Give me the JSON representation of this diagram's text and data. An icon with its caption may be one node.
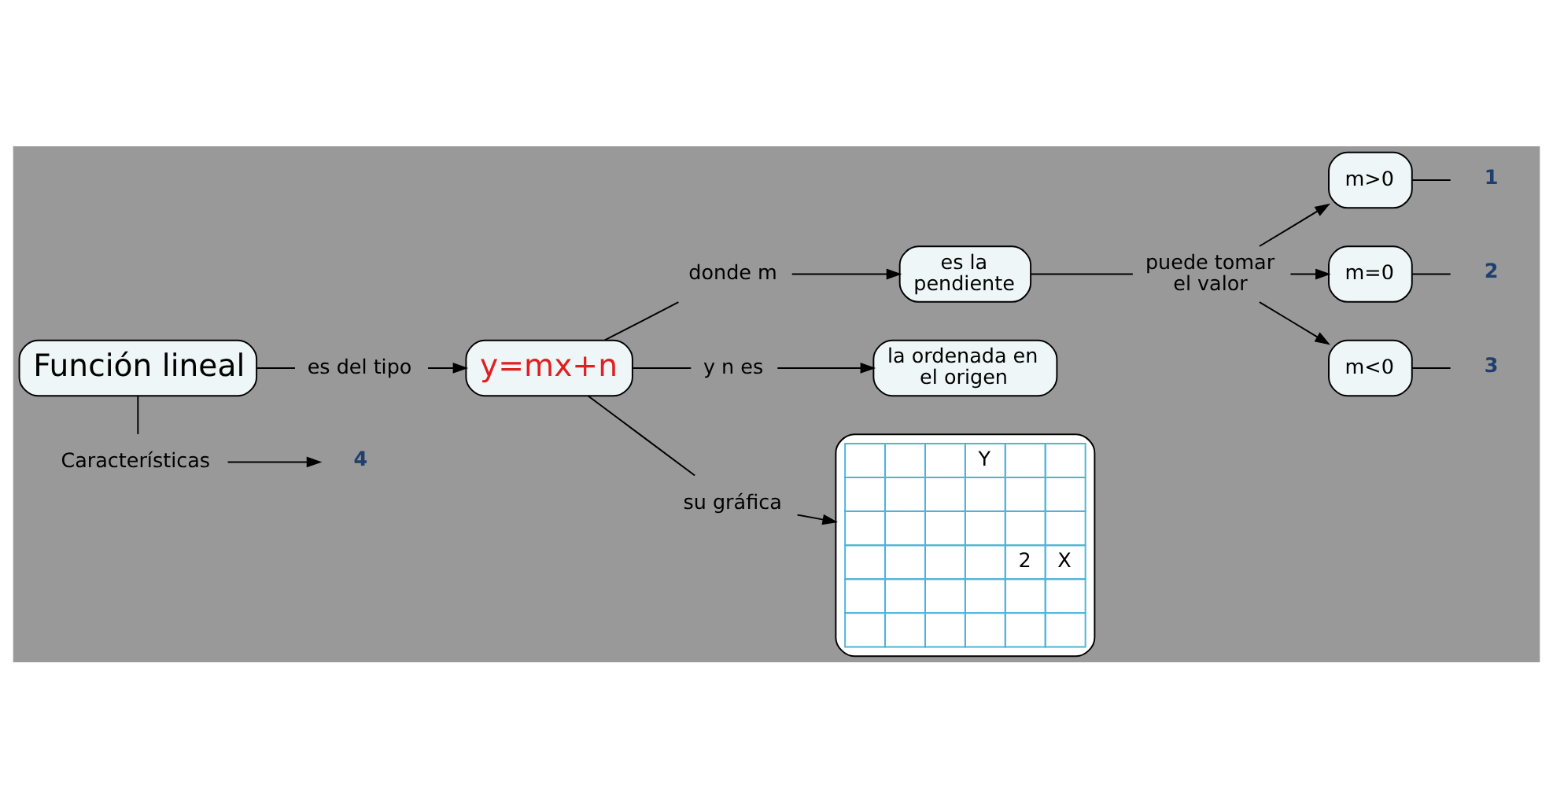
{
  "diagram": {
    "nodes": [
      {
        "text": [
          "Función lineal"
        ]
      },
      {
        "text": [
          "es del tipo"
        ]
      },
      {
        "text": [
          "y=mx+n"
        ]
      },
      {
        "text": [
          "donde m"
        ]
      },
      {
        "text": [
          "es la pendiente"
        ]
      },
      {
        "text": [
          "puede tomar el valor"
        ]
      },
      {
        "text": [
          "m>0"
        ]
      },
      {
        "text": [
          "m=0"
        ]
      },
      {
        "text": [
          "m<0"
        ]
      },
      {
        "text": [
          "y n es"
        ]
      },
      {
        "text": [
          "la ordenada en el origen"
        ]
      },
      {
        "text": [
          "su gráfica"
        ]
      },
      {
        "text": [
          "Y",
          "2",
          "X"
        ]
      },
      {
        "text": [
          "Características"
        ]
      },
      {
        "text": [
          "1"
        ]
      },
      {
        "text": [
          "2"
        ]
      },
      {
        "text": [
          "3"
        ]
      },
      {
        "text": [
          "4"
        ]
      }
    ],
    "edges": [
      {
        "from": 0,
        "to": 1,
        "arrow": "none"
      },
      {
        "from": 1,
        "to": 2,
        "arrow": "to"
      },
      {
        "from": 2,
        "to": 3,
        "arrow": "none"
      },
      {
        "from": 3,
        "to": 4,
        "arrow": "to"
      },
      {
        "from": 4,
        "to": 5,
        "arrow": "none"
      },
      {
        "from": 5,
        "to": 6,
        "arrow": "to"
      },
      {
        "from": 5,
        "to": 7,
        "arrow": "to"
      },
      {
        "from": 5,
        "to": 8,
        "arrow": "to"
      },
      {
        "from": 6,
        "to": 14,
        "arrow": "none"
      },
      {
        "from": 7,
        "to": 15,
        "arrow": "none"
      },
      {
        "from": 8,
        "to": 16,
        "arrow": "none"
      },
      {
        "from": 2,
        "to": 9,
        "arrow": "none"
      },
      {
        "from": 9,
        "to": 10,
        "arrow": "to"
      },
      {
        "from": 2,
        "to": 11,
        "arrow": "none"
      },
      {
        "from": 11,
        "to": 12,
        "arrow": "to"
      },
      {
        "from": 0,
        "to": 13,
        "arrow": "none"
      },
      {
        "from": 13,
        "to": 17,
        "arrow": "to"
      }
    ]
  }
}
